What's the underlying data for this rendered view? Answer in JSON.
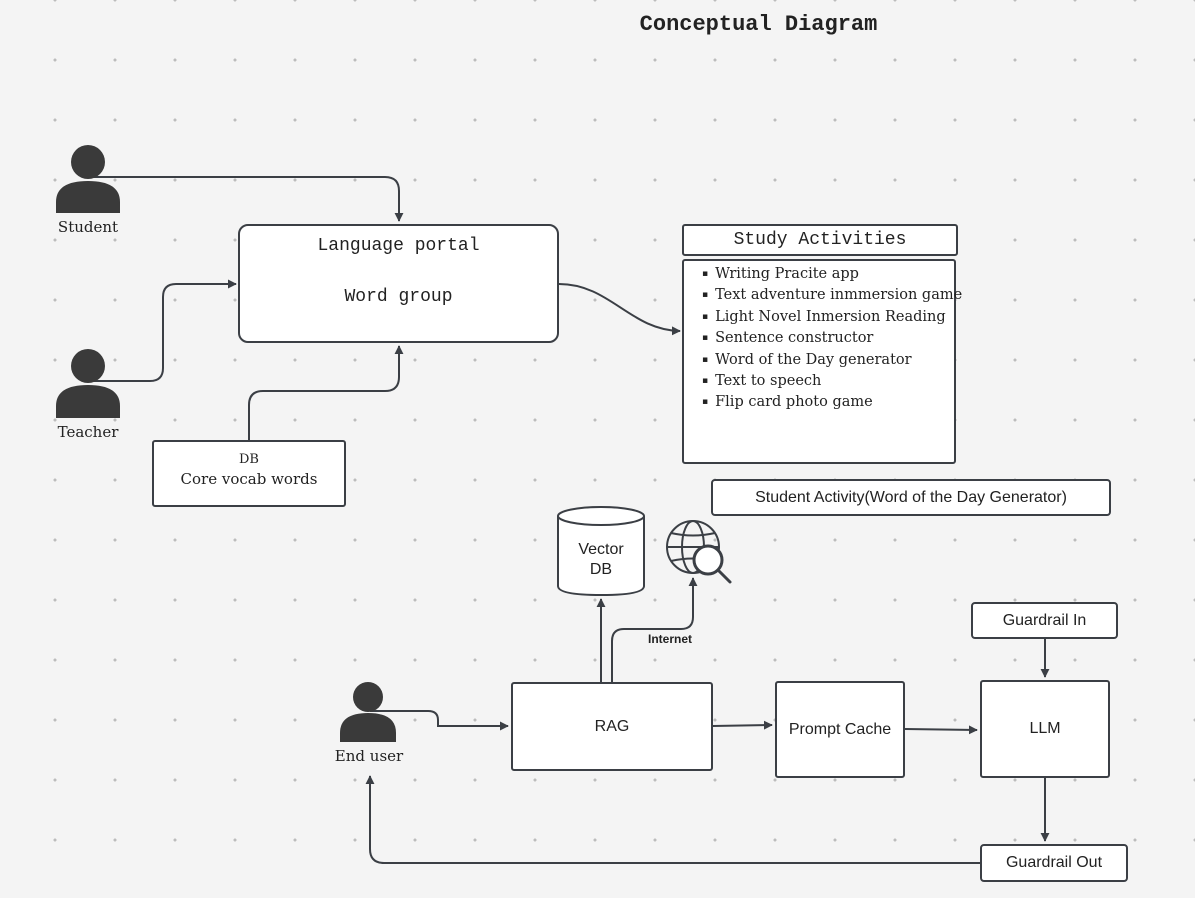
{
  "title": "Conceptual Diagram",
  "actors": {
    "student": "Student",
    "teacher": "Teacher",
    "end_user": "End user"
  },
  "portal": {
    "line1": "Language portal",
    "line2": "Word group"
  },
  "db_core": {
    "line1": "DB",
    "line2": "Core vocab words"
  },
  "study_activities": {
    "title": "Study Activities",
    "items": [
      "Writing Pracite app",
      "Text adventure inmmersion game",
      "Light Novel Inmersion Reading",
      "Sentence constructor",
      "Word of the Day generator",
      "Text to speech",
      "Flip card photo game"
    ]
  },
  "student_activity": "Student Activity(Word of the Day Generator)",
  "vector_db": {
    "line1": "Vector",
    "line2": "DB"
  },
  "internet_label": "Internet",
  "rag": "RAG",
  "prompt_cache": "Prompt Cache",
  "llm": "LLM",
  "guardrail_in": "Guardrail In",
  "guardrail_out": "Guardrail Out",
  "colors": {
    "stroke": "#3b3f45",
    "person": "#3a3a3a",
    "background": "#f4f4f4",
    "box_fill": "#ffffff"
  }
}
